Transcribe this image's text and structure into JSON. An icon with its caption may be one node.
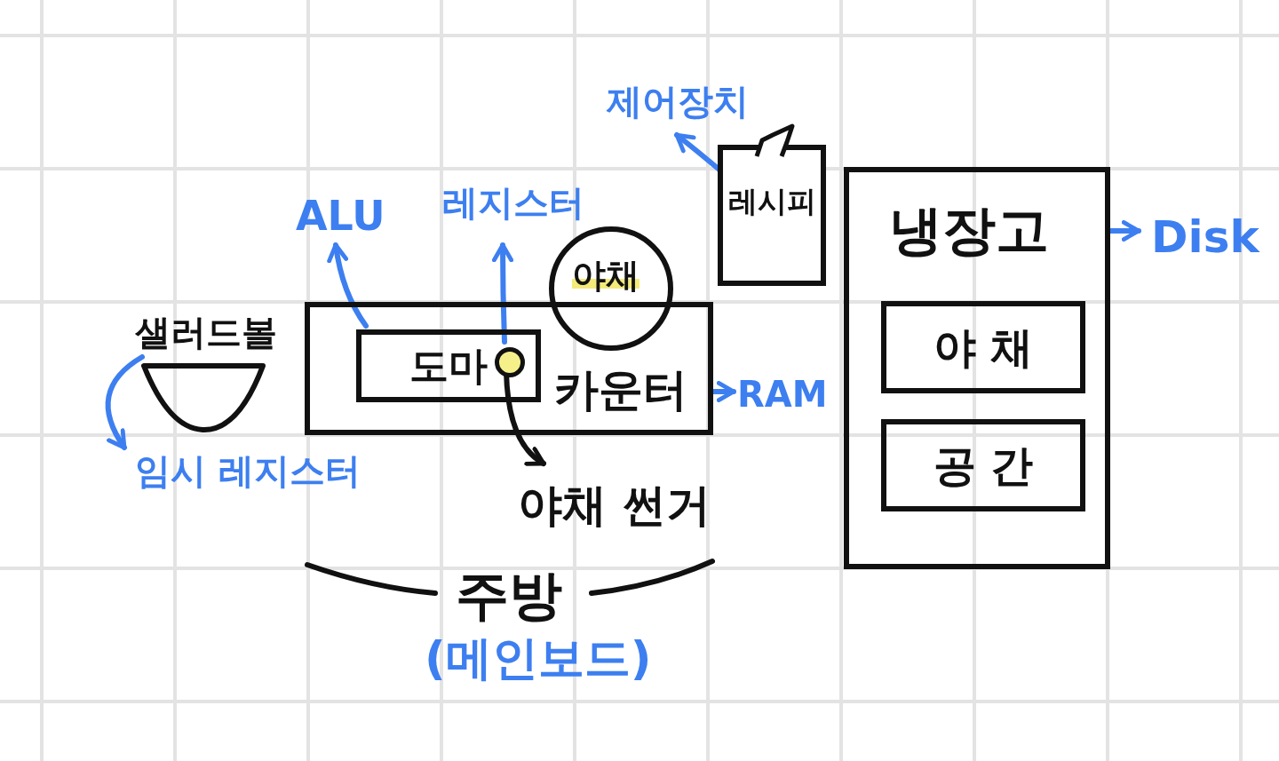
{
  "diagram": {
    "nodes": [
      {
        "text": [
          "제어장치"
        ]
      },
      {
        "text": [
          "레시피"
        ]
      },
      {
        "text": [
          "ALU"
        ]
      },
      {
        "text": [
          "레지스터"
        ]
      },
      {
        "text": [
          "냉장고"
        ]
      },
      {
        "text": [
          "Disk"
        ]
      },
      {
        "text": [
          "야채"
        ]
      },
      {
        "text": [
          "카운터"
        ]
      },
      {
        "text": [
          "도마"
        ],
        "in": 7
      },
      {
        "text": [],
        "shape": "circle",
        "in": 8
      },
      {
        "text": [
          "샐러드볼"
        ]
      },
      {
        "text": [
          "임시 레지스터"
        ]
      },
      {
        "text": [
          "RAM"
        ]
      },
      {
        "text": [
          "야 채"
        ],
        "in": 4
      },
      {
        "text": [
          "공 간"
        ],
        "in": 4
      },
      {
        "text": [
          "야채 썬거"
        ]
      }
    ],
    "edges": [
      {
        "from": 1,
        "to": 0,
        "arrow": "to"
      },
      {
        "from": 8,
        "to": 2,
        "arrow": "to"
      },
      {
        "from": 9,
        "to": 3,
        "arrow": "to"
      },
      {
        "from": 9,
        "to": 15,
        "arrow": "to",
        "color": "#111111"
      },
      {
        "from": 4,
        "to": 5,
        "arrow": "to"
      },
      {
        "from": 7,
        "to": 12,
        "arrow": "to"
      },
      {
        "from": 10,
        "to": 11,
        "arrow": "to"
      }
    ],
    "labels": [
      "주방",
      "(메인보드)"
    ]
  }
}
